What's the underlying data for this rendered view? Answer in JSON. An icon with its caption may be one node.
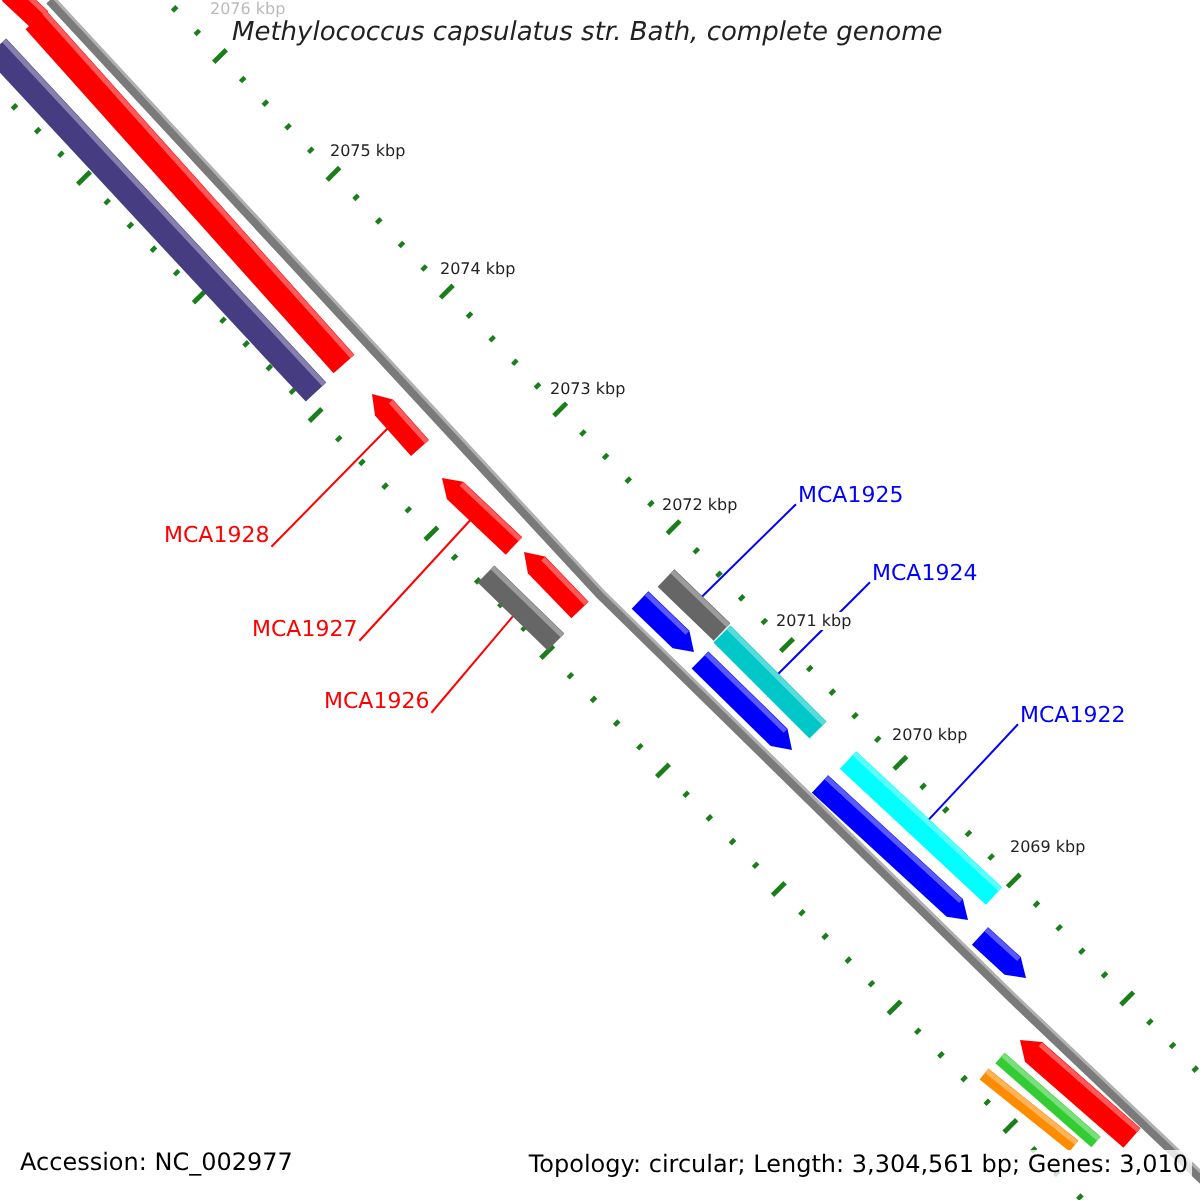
{
  "diagram": {
    "title": "Methylococcus capsulatus str. Bath, complete genome",
    "nodes": [
      {
        "text": [
          "MCA1928"
        ]
      },
      {
        "text": [
          "MCA1927"
        ]
      },
      {
        "text": [
          "MCA1926"
        ]
      },
      {
        "text": [
          "MCA1925"
        ]
      },
      {
        "text": [
          "MCA1924"
        ]
      },
      {
        "text": [
          "MCA1922"
        ]
      },
      {
        "text": [],
        "shape": "bar"
      },
      {
        "text": [],
        "shape": "bar"
      },
      {
        "text": [],
        "shape": "bar"
      },
      {
        "text": [],
        "shape": "arrow"
      },
      {
        "text": [],
        "shape": "arrow"
      },
      {
        "text": [],
        "shape": "bar"
      },
      {
        "text": [],
        "shape": "arrow"
      },
      {
        "text": [],
        "shape": "arrow"
      },
      {
        "text": [],
        "shape": "bar"
      },
      {
        "text": [],
        "shape": "bar"
      },
      {
        "text": [],
        "shape": "arrow"
      },
      {
        "text": [],
        "shape": "arrow"
      },
      {
        "text": [],
        "shape": "bar"
      },
      {
        "text": [],
        "shape": "arrow"
      },
      {
        "text": [],
        "shape": "bar"
      },
      {
        "text": [],
        "shape": "bar"
      },
      {
        "text": [],
        "shape": "arrow"
      }
    ],
    "edges": [
      {
        "from": 0,
        "to": 9,
        "arrow": "none",
        "color": "#ff0000"
      },
      {
        "from": 1,
        "to": 10,
        "arrow": "none",
        "color": "#ff0000"
      },
      {
        "from": 2,
        "to": 11,
        "arrow": "none",
        "color": "#ff0000"
      },
      {
        "from": 3,
        "to": 14,
        "arrow": "none",
        "color": "#0000ff"
      },
      {
        "from": 4,
        "to": 15,
        "arrow": "none",
        "color": "#0000ff"
      },
      {
        "from": 5,
        "to": 18,
        "arrow": "none",
        "color": "#0000ff"
      }
    ],
    "labels": [
      "2076 kbp",
      "2075 kbp",
      "2074 kbp",
      "2073 kbp",
      "2072 kbp",
      "2071 kbp",
      "2070 kbp",
      "2069 kbp",
      "Accession: NC_002977",
      "Topology: circular; Length: 3,304,561 bp; Genes: 3,010"
    ]
  }
}
